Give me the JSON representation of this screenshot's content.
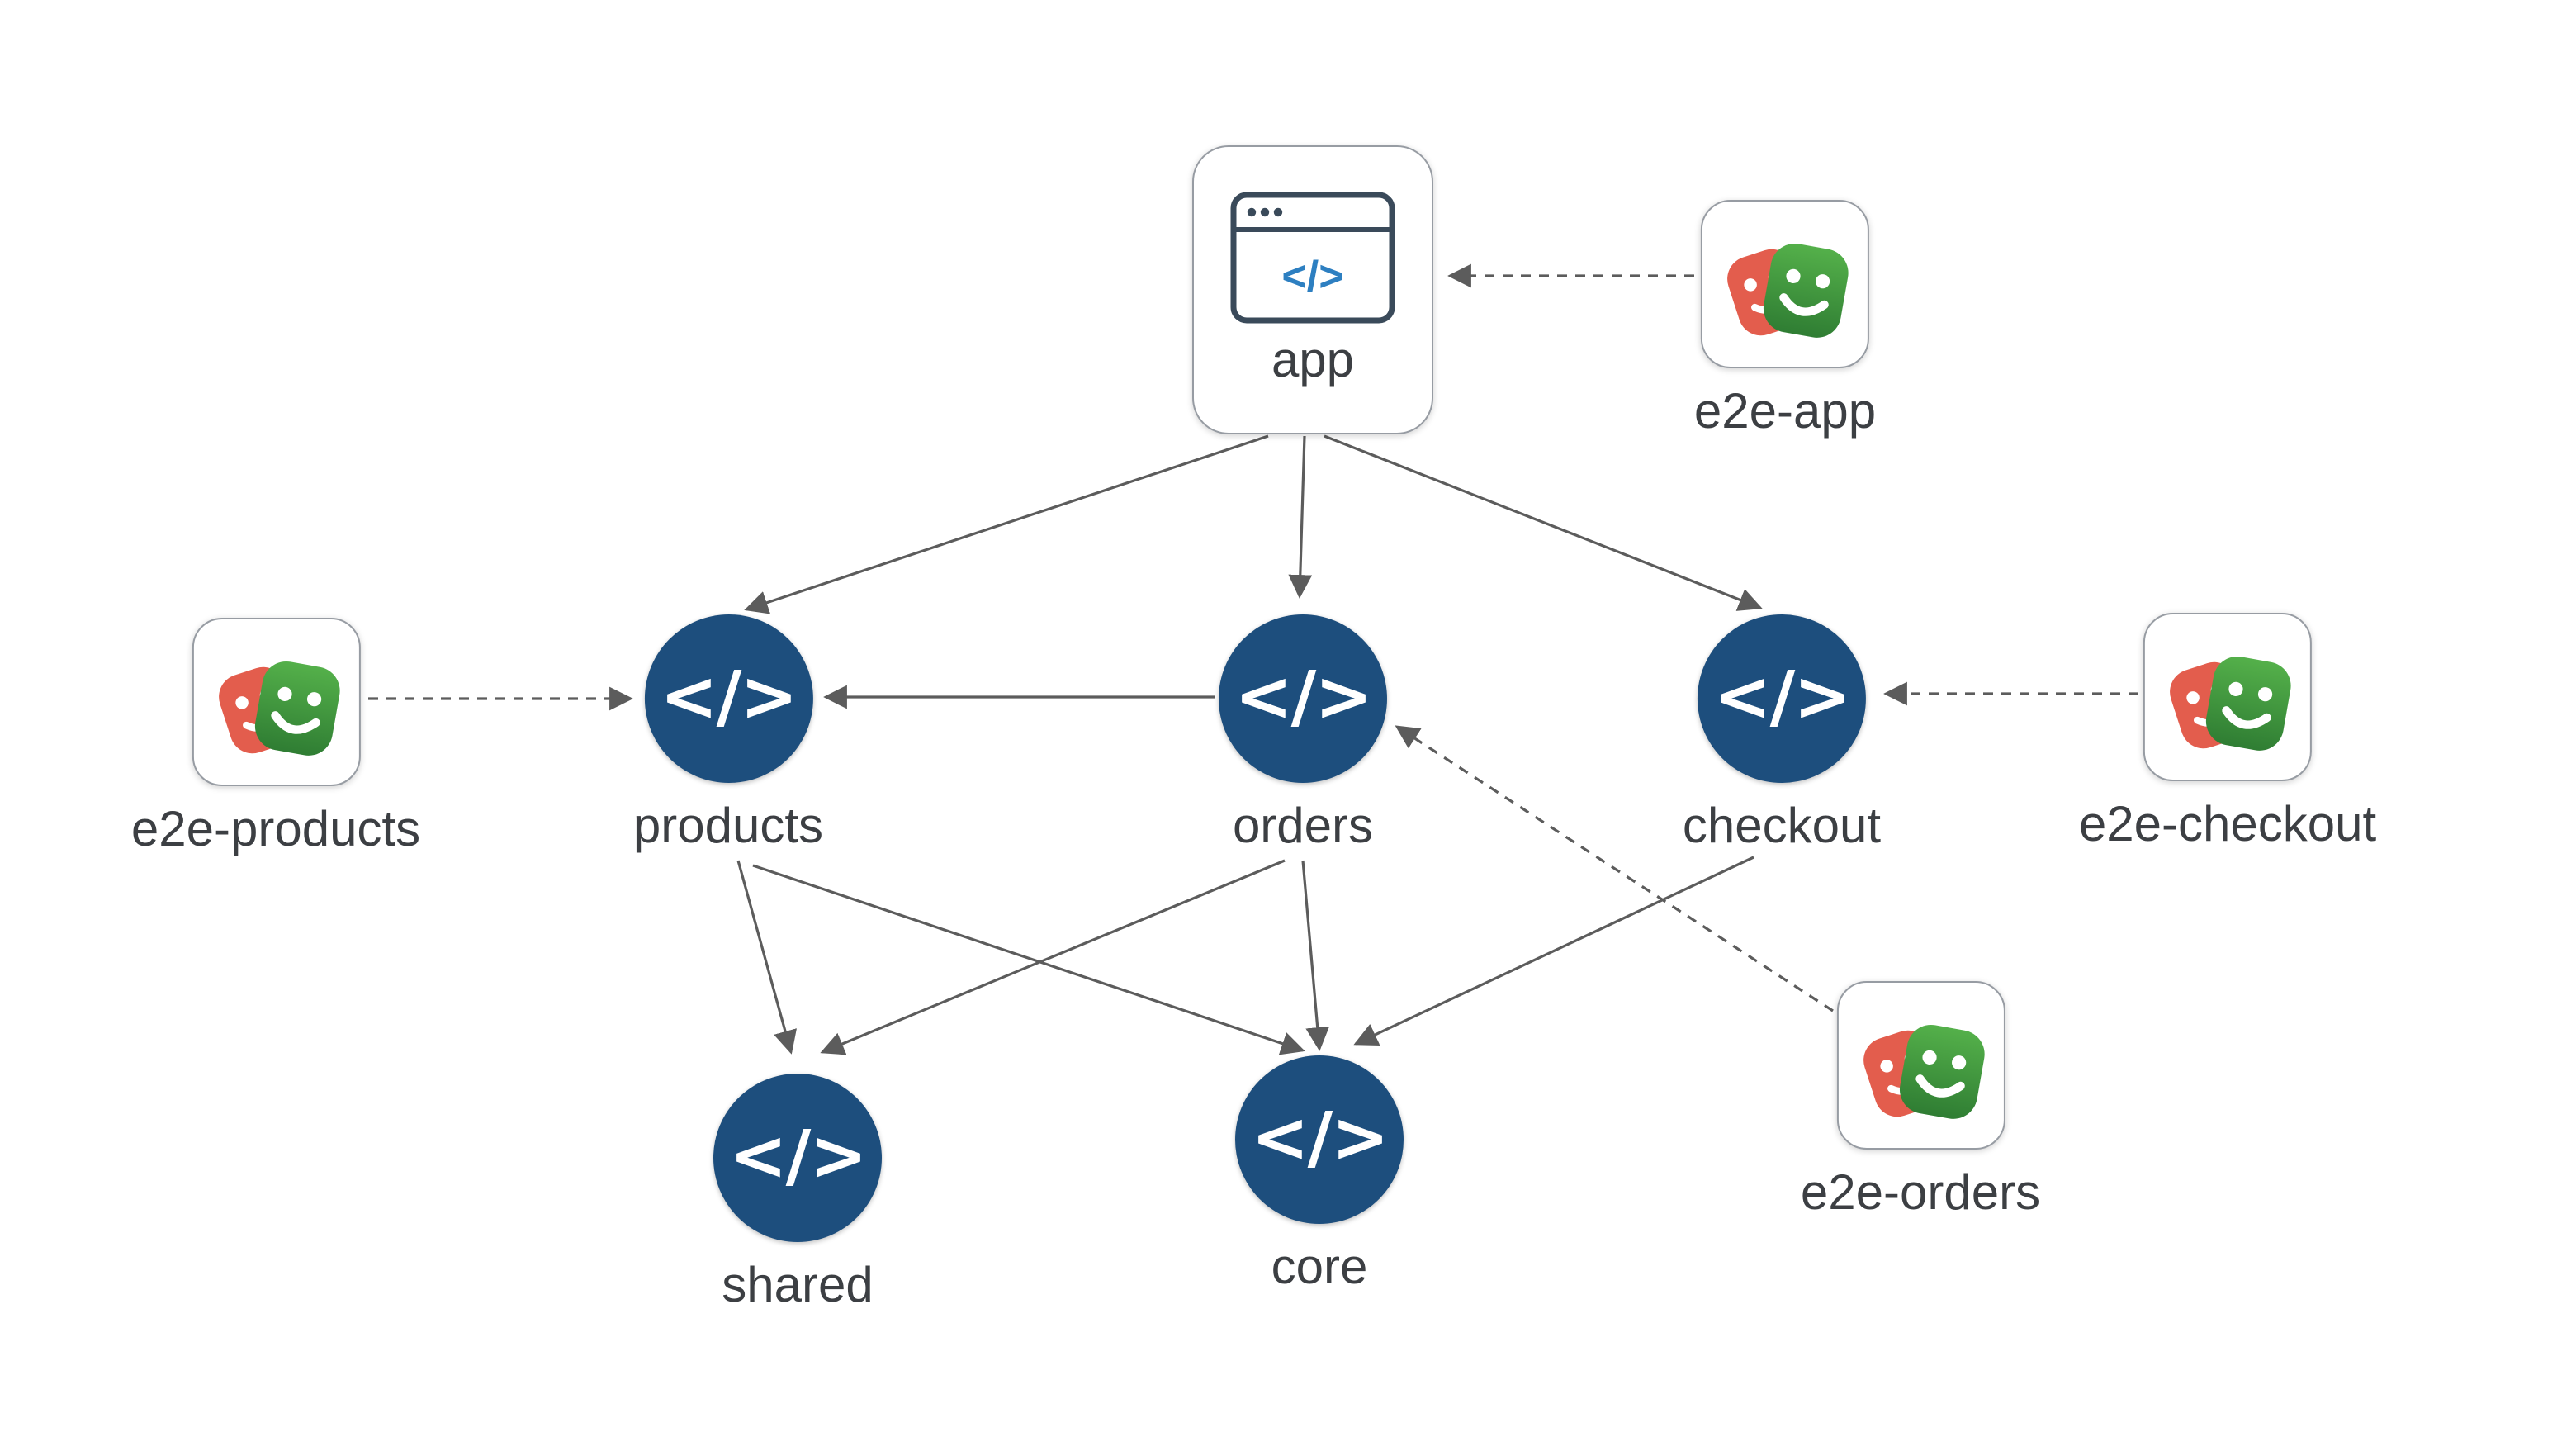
{
  "diagram": {
    "kind": "project-dependency-graph",
    "icons": {
      "code_glyph": "</>"
    },
    "colors": {
      "lib_node": "#1d4e7d",
      "edge": "#5c5c5c",
      "mask_red": "#e35d4d",
      "mask_green_light": "#54b04a",
      "mask_green_dark": "#2f7d33",
      "browser_code_blue": "#2d7fc1",
      "node_border": "#979ca3",
      "label_text": "#3c3f43"
    },
    "nodes": {
      "app": {
        "label": "app",
        "type": "app"
      },
      "e2e_app": {
        "label": "e2e-app",
        "type": "e2e"
      },
      "e2e_products": {
        "label": "e2e-products",
        "type": "e2e"
      },
      "products": {
        "label": "products",
        "type": "lib"
      },
      "orders": {
        "label": "orders",
        "type": "lib"
      },
      "checkout": {
        "label": "checkout",
        "type": "lib"
      },
      "e2e_checkout": {
        "label": "e2e-checkout",
        "type": "e2e"
      },
      "shared": {
        "label": "shared",
        "type": "lib"
      },
      "core": {
        "label": "core",
        "type": "lib"
      },
      "e2e_orders": {
        "label": "e2e-orders",
        "type": "e2e"
      }
    },
    "edges": [
      {
        "source": "app",
        "target": "products",
        "style": "solid"
      },
      {
        "source": "app",
        "target": "orders",
        "style": "solid"
      },
      {
        "source": "app",
        "target": "checkout",
        "style": "solid"
      },
      {
        "source": "orders",
        "target": "products",
        "style": "solid"
      },
      {
        "source": "products",
        "target": "shared",
        "style": "solid"
      },
      {
        "source": "products",
        "target": "core",
        "style": "solid"
      },
      {
        "source": "orders",
        "target": "shared",
        "style": "solid"
      },
      {
        "source": "orders",
        "target": "core",
        "style": "solid"
      },
      {
        "source": "checkout",
        "target": "core",
        "style": "solid"
      },
      {
        "source": "e2e-app",
        "target": "app",
        "style": "dashed"
      },
      {
        "source": "e2e-products",
        "target": "products",
        "style": "dashed"
      },
      {
        "source": "e2e-checkout",
        "target": "checkout",
        "style": "dashed"
      },
      {
        "source": "e2e-orders",
        "target": "orders",
        "style": "dashed"
      }
    ]
  }
}
